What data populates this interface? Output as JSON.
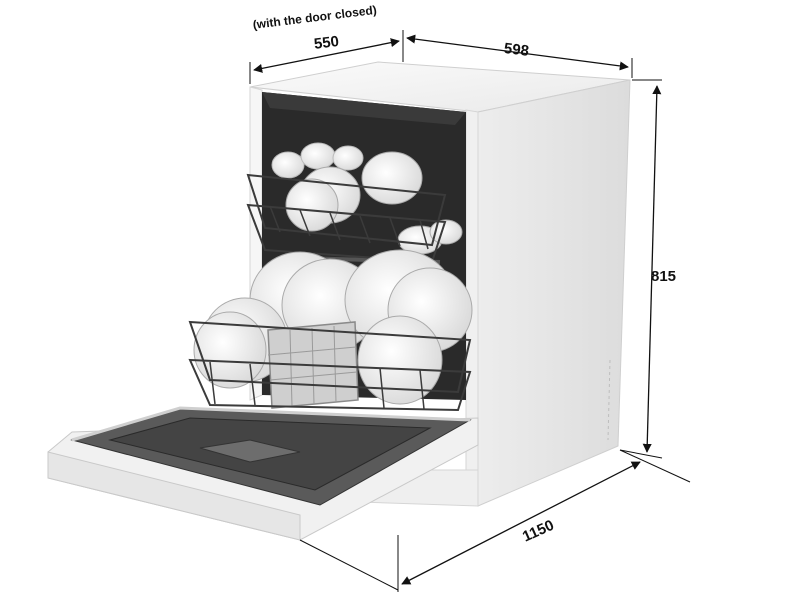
{
  "dimensions": {
    "depth_note": "(with the door closed)",
    "depth_closed": "550",
    "width": "598",
    "height": "815",
    "depth_door_open": "1150"
  },
  "colors": {
    "line": "#111111",
    "cabinet": "#f4f4f4",
    "cabinet_shadow": "#e2e2e2",
    "interior": "#2a2a2a",
    "rack": "#3b3b3b",
    "plate": "#f2f2f2"
  }
}
